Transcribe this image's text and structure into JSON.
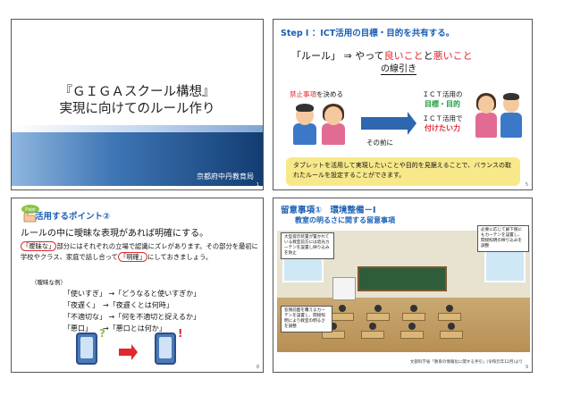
{
  "slide1": {
    "title_line1": "『ＧＩＧＡスクール構想』",
    "title_line2": "実現に向けてのルール作り",
    "organization": "京都府中丹教育局",
    "page": "1"
  },
  "slide2": {
    "heading": "Step Ⅰ ：ICT活用の目標・目的を共有する。",
    "rule_label": "「ルール」",
    "arrow_symbol": "⇒",
    "rule_text_pre": "やって",
    "rule_good": "良いこと",
    "rule_and": "と",
    "rule_bad": "悪いこと",
    "rule_line2": "の線引き",
    "prohibit_red": "禁止事項",
    "prohibit_rest": "を決める",
    "before_label": "その前に",
    "ict_line1": "ＩＣＴ活用の",
    "ict_goal": "目標・目的",
    "ict_line3": "ＩＣＴ活用で",
    "ict_power": "付けたい力",
    "note": "タブレットを活用して実現したいことや目的を見据えることで、バランスの取れたルールを設定することができます。",
    "page": "5"
  },
  "slide3": {
    "badge": "Point",
    "heading": "活用するポイント②",
    "main": "ルールの中に曖昧な表現があれば明確にする。",
    "desc_word1": "「曖昧な」",
    "desc_part1": "部分にはそれぞれの立場で認識にズレがあります。その部分を最初に学校やクラス、家庭で話し合って",
    "desc_word2": "「明確」",
    "desc_part2": "にしておきましょう。",
    "example_label": "（曖昧な例）",
    "examples": [
      "「使いすぎ」 →「どうなると使いすぎか」",
      "「夜遅く」　→「夜遅くとは何時」",
      "「不適切な」 →「何を不適切と捉えるか」",
      "「悪口」　　→「悪口とは何か」"
    ],
    "question_mark": "?",
    "exclaim_mark": "!",
    "page": "8"
  },
  "slide4": {
    "heading": "留意事項①　環境整備－Ⅰ",
    "subheading": "教室の明るさに関する留意事項",
    "callout_top_left": "大型提示装置が置かれている教室前方には遮光カーテンを設置し映り込みを防止",
    "callout_top_right": "必要に応じて廊下側にもカーテンを設置し、間接照明の映り込みを調整",
    "callout_bottom_left": "窓側前面を覆えるカーテンを設置し、間接照明により教室の明るさを調整",
    "source": "文部科学省「教育の情報化に関する手引」(令和元年12月)より",
    "page": "9"
  }
}
